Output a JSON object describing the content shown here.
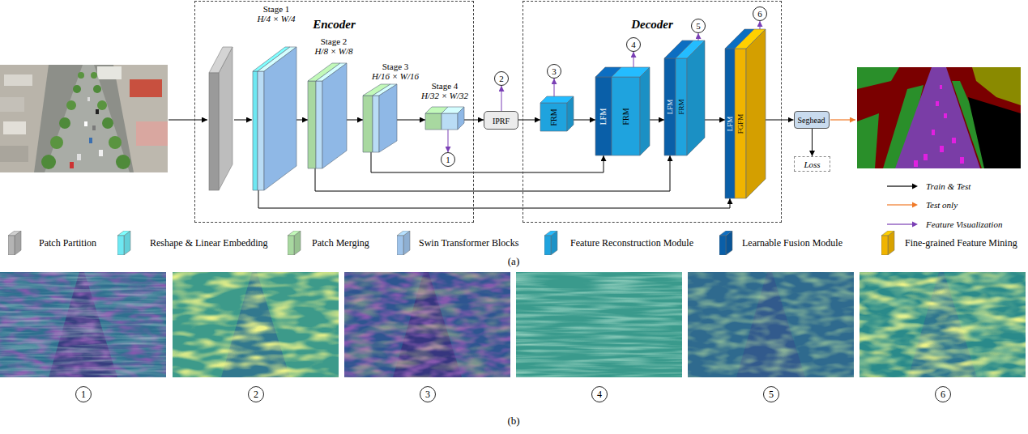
{
  "diagram": {
    "nodes": [
      {
        "text": [
          "Encoder"
        ]
      },
      {
        "text": [
          "Stage 1",
          "H/4 × W/4"
        ],
        "in": 0
      },
      {
        "text": [
          "Stage 2",
          "H/8 × W/8"
        ],
        "in": 0
      },
      {
        "text": [
          "Stage 3",
          "H/16 × W/16"
        ],
        "in": 0
      },
      {
        "text": [
          "Stage 4",
          "H/32 × W/32"
        ],
        "in": 0
      },
      {
        "text": [
          "1"
        ],
        "in": 0
      },
      {
        "text": [
          "IPRF"
        ]
      },
      {
        "text": [
          "2"
        ]
      },
      {
        "text": [
          "Decoder"
        ]
      },
      {
        "text": [
          "FRM"
        ],
        "in": 8
      },
      {
        "text": [
          "3"
        ],
        "in": 8
      },
      {
        "text": [
          "LFM",
          "FRM"
        ],
        "in": 8
      },
      {
        "text": [
          "4"
        ],
        "in": 8
      },
      {
        "text": [
          "LFM",
          "FRM"
        ],
        "in": 8
      },
      {
        "text": [
          "5"
        ],
        "in": 8
      },
      {
        "text": [
          "LFM",
          "FGFM"
        ],
        "in": 8
      },
      {
        "text": [
          "6"
        ],
        "in": 8
      },
      {
        "text": [
          "Seghead"
        ]
      },
      {
        "text": [
          "Loss"
        ]
      },
      {
        "text": [
          "1"
        ]
      },
      {
        "text": [
          "2"
        ]
      },
      {
        "text": [
          "3"
        ]
      },
      {
        "text": [
          "4"
        ]
      },
      {
        "text": [
          "5"
        ]
      },
      {
        "text": [
          "6"
        ]
      }
    ],
    "edges": [
      {
        "from": 1,
        "to": 2,
        "arrow": "to"
      },
      {
        "from": 2,
        "to": 3,
        "arrow": "to"
      },
      {
        "from": 3,
        "to": 4,
        "arrow": "to"
      },
      {
        "from": 4,
        "to": 6,
        "arrow": "to"
      },
      {
        "from": 6,
        "to": 9,
        "arrow": "to"
      },
      {
        "from": 9,
        "to": 11,
        "arrow": "to"
      },
      {
        "from": 11,
        "to": 13,
        "arrow": "to"
      },
      {
        "from": 13,
        "to": 15,
        "arrow": "to"
      },
      {
        "from": 15,
        "to": 17,
        "arrow": "to"
      },
      {
        "from": 17,
        "to": 18,
        "arrow": "to"
      },
      {
        "from": 4,
        "to": 5,
        "arrow": "to"
      },
      {
        "from": 6,
        "to": 7,
        "arrow": "to"
      },
      {
        "from": 9,
        "to": 10,
        "arrow": "to"
      },
      {
        "from": 11,
        "to": 12,
        "arrow": "to"
      },
      {
        "from": 13,
        "to": 14,
        "arrow": "to"
      },
      {
        "from": 15,
        "to": 16,
        "arrow": "to"
      },
      {
        "from": 3,
        "to": 11,
        "arrow": "to"
      },
      {
        "from": 2,
        "to": 13,
        "arrow": "to"
      },
      {
        "from": 1,
        "to": 15,
        "arrow": "to"
      }
    ],
    "labels": [
      "(a)",
      "(b)"
    ],
    "legend": [
      {
        "text": "Train & Test"
      },
      {
        "text": "Test only"
      },
      {
        "text": "Feature Visualization"
      },
      {
        "text": "Patch Partition",
        "color": "#b4b4b4"
      },
      {
        "text": "Reshape & Linear Embedding",
        "color": "#6ee8f2"
      },
      {
        "text": "Patch Merging",
        "color": "#a8d8a0"
      },
      {
        "text": "Swin Transformer Blocks",
        "color": "#9ec3ea"
      },
      {
        "text": "Feature Reconstruction Module",
        "color": "#1fa3de"
      },
      {
        "text": "Learnable Fusion Module",
        "color": "#0a5fa8"
      },
      {
        "text": "Fine-grained Feature Mining",
        "color": "#f0b400"
      }
    ]
  }
}
